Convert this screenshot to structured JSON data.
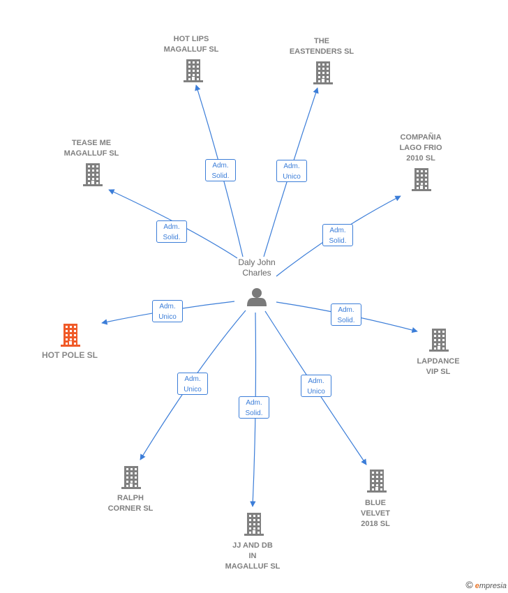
{
  "person": {
    "name": "Daly John\nCharles"
  },
  "companies": [
    {
      "id": "hot-lips",
      "label": "HOT LIPS\nMAGALLUF  SL",
      "role": "Adm.\nSolid.",
      "highlight": false
    },
    {
      "id": "eastenders",
      "label": "THE\nEASTENDERS SL",
      "role": "Adm.\nUnico",
      "highlight": false
    },
    {
      "id": "lago-frio",
      "label": "COMPAÑIA\nLAGO FRIO\n2010 SL",
      "role": "Adm.\nSolid.",
      "highlight": false
    },
    {
      "id": "tease-me",
      "label": "TEASE ME\nMAGALLUF  SL",
      "role": "Adm.\nSolid.",
      "highlight": false
    },
    {
      "id": "hot-pole",
      "label": "HOT POLE  SL",
      "role": "Adm.\nUnico",
      "highlight": true
    },
    {
      "id": "lapdance",
      "label": "LAPDANCE\nVIP SL",
      "role": "Adm.\nSolid.",
      "highlight": false
    },
    {
      "id": "ralph",
      "label": "RALPH\nCORNER  SL",
      "role": "Adm.\nUnico",
      "highlight": false
    },
    {
      "id": "jj-db",
      "label": "JJ AND DB\nIN\nMAGALLUF  SL",
      "role": "Adm.\nSolid.",
      "highlight": false
    },
    {
      "id": "blue-velvet",
      "label": "BLUE\nVELVET\n2018  SL",
      "role": "Adm.\nUnico",
      "highlight": false
    }
  ],
  "colors": {
    "edge": "#3b7dd8",
    "building": "#808080",
    "highlight": "#f05a28",
    "person": "#7a7a7a"
  },
  "footer": {
    "copyright": "©",
    "brand_e": "e",
    "brand_rest": "mpresia"
  }
}
